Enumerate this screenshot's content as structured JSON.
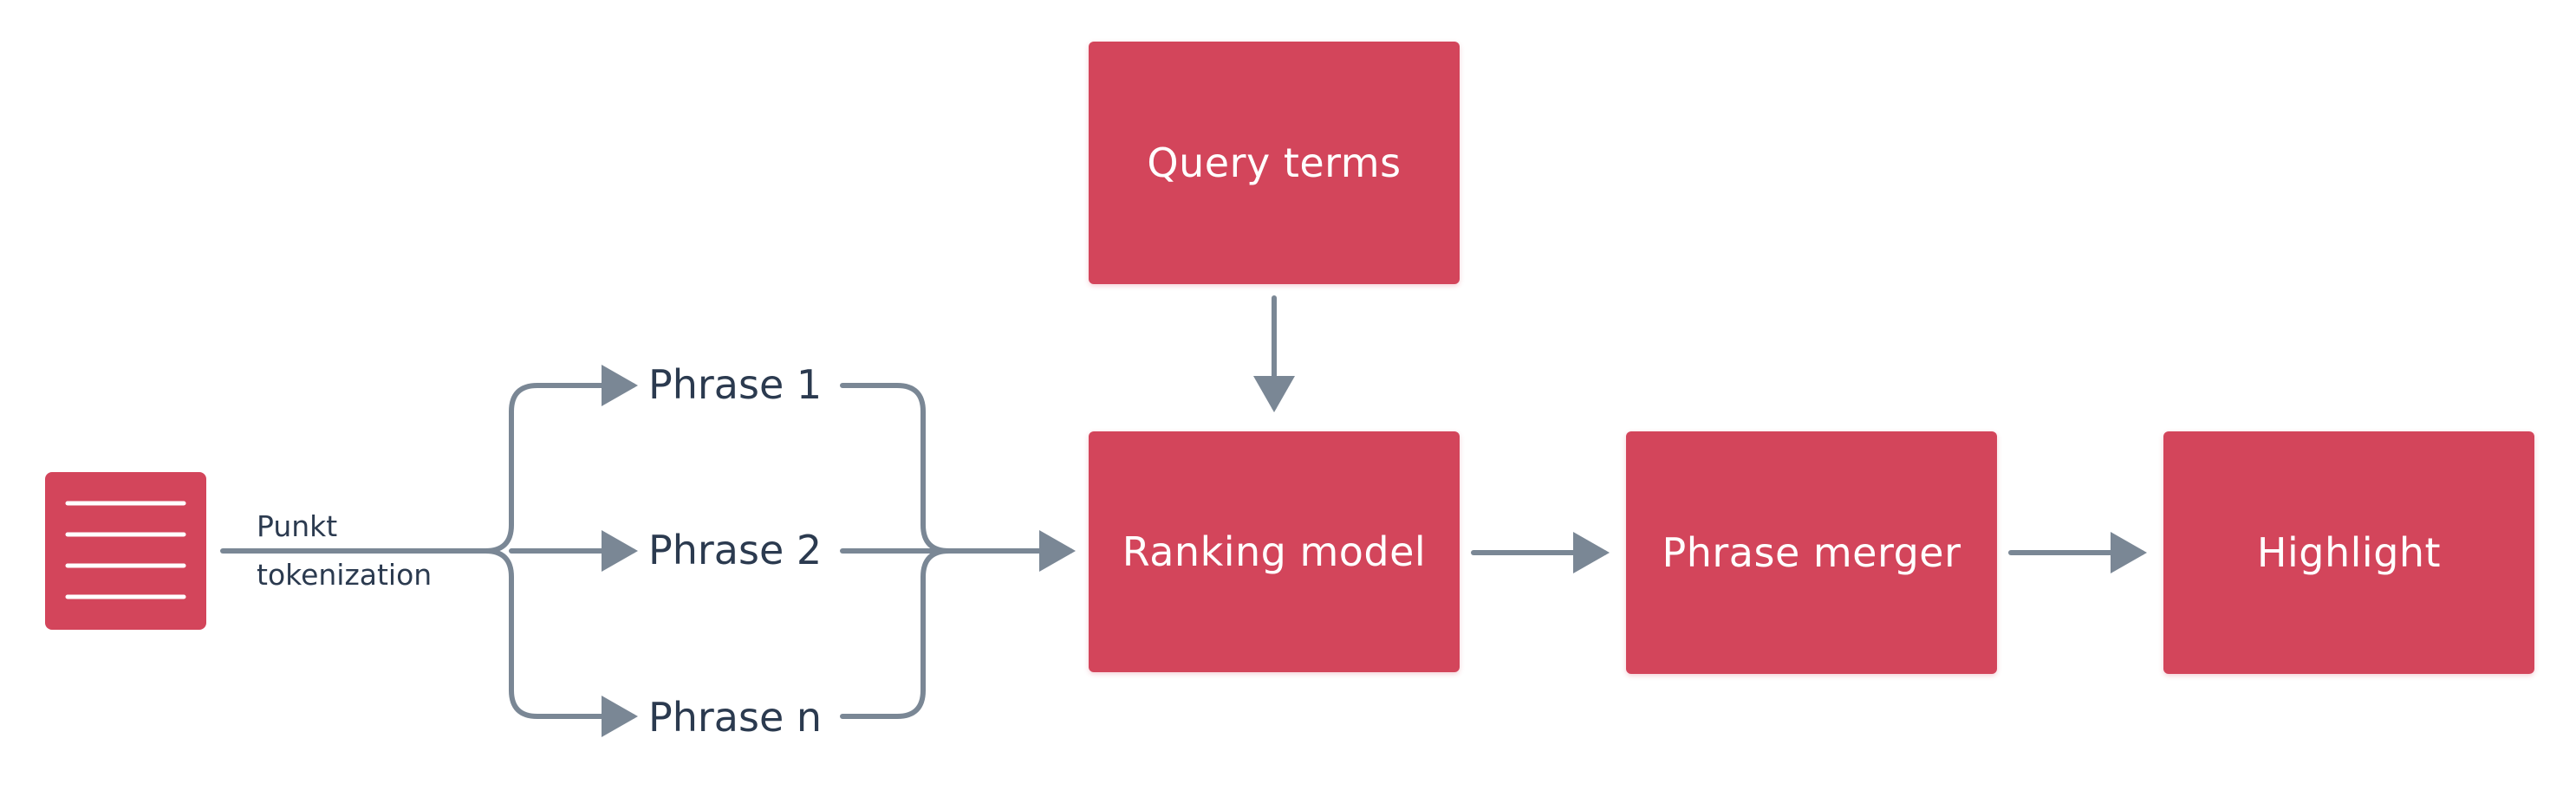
{
  "input": {
    "icon": "document-lines-icon",
    "label_line1": "Punkt",
    "label_line2": "tokenization"
  },
  "phrases": [
    "Phrase 1",
    "Phrase 2",
    "Phrase n"
  ],
  "boxes": {
    "query_terms": "Query terms",
    "ranking_model": "Ranking model",
    "phrase_merger": "Phrase merger",
    "highlight": "Highlight"
  },
  "colors": {
    "box_fill": "#d3455b",
    "box_text": "#ffffff",
    "connector": "#7a8795",
    "label_text": "#2b3a4f"
  }
}
